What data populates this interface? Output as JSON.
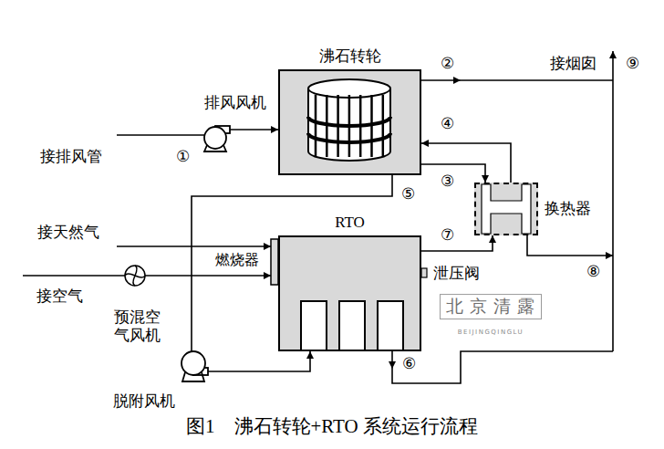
{
  "diagram": {
    "caption": "图1　沸石转轮+RTO 系统运行流程",
    "nodes": [
      {
        "text": [
          "沸石转轮"
        ]
      },
      {
        "text": [
          "换热器"
        ]
      },
      {
        "text": [
          "RTO"
        ]
      }
    ],
    "edges": [
      {
        "from": 0,
        "to": 1,
        "arrow": "to"
      },
      {
        "from": 1,
        "to": 0,
        "arrow": "to"
      },
      {
        "from": 2,
        "to": 1,
        "arrow": "to"
      },
      {
        "from": 0,
        "to": 2,
        "arrow": "to"
      }
    ],
    "labels": [
      "接排风管",
      "排风风机",
      "①",
      "②",
      "接烟囱",
      "⑨",
      "④",
      "③",
      "⑤",
      "接天然气",
      "燃烧器",
      "⑦",
      "泄压阀",
      "⑧",
      "接空气",
      "预混空气风机",
      "脱附风机",
      "⑥",
      "北京清露",
      "BEIJINGQINGLU"
    ]
  }
}
